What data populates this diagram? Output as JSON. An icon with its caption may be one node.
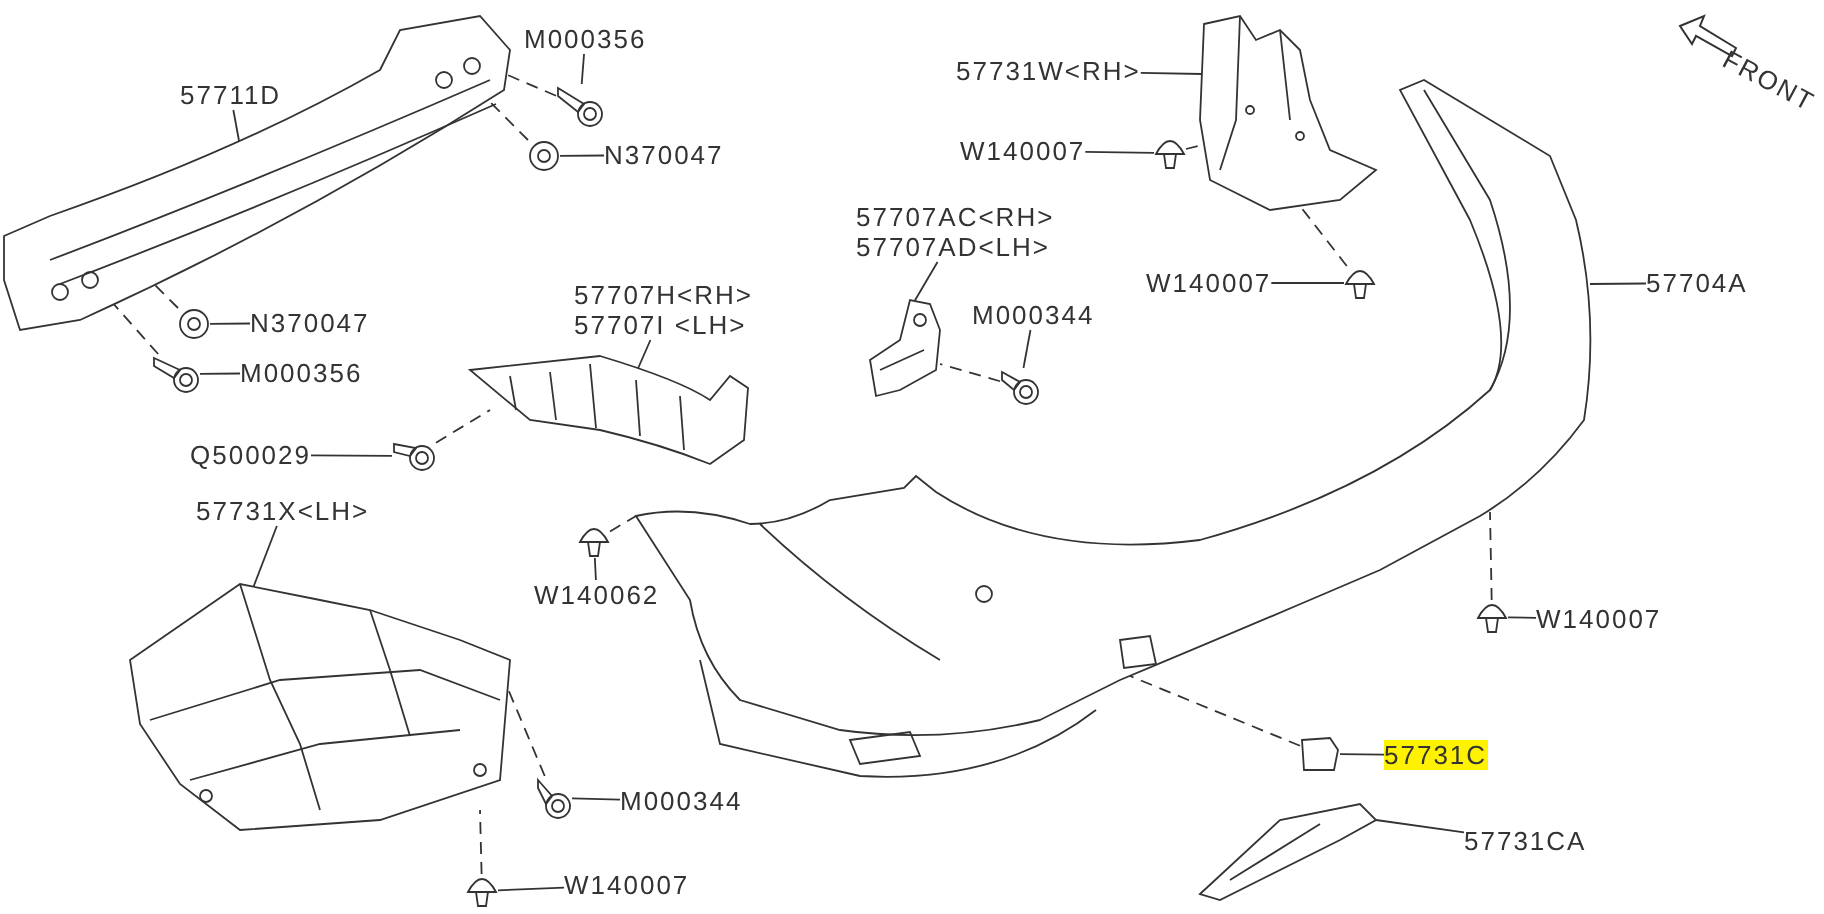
{
  "diagram": {
    "nodes": [
      {
        "text": [
          "57711D"
        ]
      },
      {
        "text": [],
        "shape": "picture"
      },
      {
        "text": [
          "M000356"
        ]
      },
      {
        "text": [],
        "shape": "picture"
      },
      {
        "text": [
          "N370047"
        ]
      },
      {
        "text": [],
        "shape": "picture"
      },
      {
        "text": [
          "N370047"
        ]
      },
      {
        "text": [],
        "shape": "picture"
      },
      {
        "text": [
          "M000356"
        ]
      },
      {
        "text": [],
        "shape": "picture"
      },
      {
        "text": [
          "57707H<RH>",
          "57707I <LH>"
        ]
      },
      {
        "text": [],
        "shape": "picture"
      },
      {
        "text": [
          "Q500029"
        ]
      },
      {
        "text": [],
        "shape": "picture"
      },
      {
        "text": [
          "57731X<LH>"
        ]
      },
      {
        "text": [],
        "shape": "picture"
      },
      {
        "text": [
          "W140062"
        ]
      },
      {
        "text": [],
        "shape": "picture"
      },
      {
        "text": [],
        "shape": "picture"
      },
      {
        "text": [
          "57731W<RH>"
        ]
      },
      {
        "text": [],
        "shape": "picture"
      },
      {
        "text": [
          "W140007"
        ]
      },
      {
        "text": [],
        "shape": "picture"
      },
      {
        "text": [
          "57707AC<RH>",
          "57707AD<LH>"
        ]
      },
      {
        "text": [],
        "shape": "picture"
      },
      {
        "text": [
          "M000344"
        ]
      },
      {
        "text": [],
        "shape": "picture"
      },
      {
        "text": [
          "W140007"
        ]
      },
      {
        "text": [],
        "shape": "picture"
      },
      {
        "text": [
          "57704A"
        ]
      },
      {
        "text": [
          "W140007"
        ]
      },
      {
        "text": [],
        "shape": "picture"
      },
      {
        "text": [
          "57731C"
        ]
      },
      {
        "text": [],
        "shape": "box"
      },
      {
        "text": [
          "57731CA"
        ]
      },
      {
        "text": [],
        "shape": "picture"
      },
      {
        "text": [
          "M000344"
        ]
      },
      {
        "text": [],
        "shape": "picture"
      },
      {
        "text": [
          "W140007"
        ]
      },
      {
        "text": [],
        "shape": "picture"
      }
    ],
    "edges": [
      {
        "from": 0,
        "to": 1,
        "arrow": "none"
      },
      {
        "from": 2,
        "to": 3,
        "arrow": "none"
      },
      {
        "from": 4,
        "to": 5,
        "arrow": "none"
      },
      {
        "from": 6,
        "to": 7,
        "arrow": "none"
      },
      {
        "from": 8,
        "to": 9,
        "arrow": "none"
      },
      {
        "from": 3,
        "to": 1,
        "arrow": "none",
        "style": "dashed"
      },
      {
        "from": 5,
        "to": 1,
        "arrow": "none",
        "style": "dashed"
      },
      {
        "from": 7,
        "to": 1,
        "arrow": "none",
        "style": "dashed"
      },
      {
        "from": 9,
        "to": 1,
        "arrow": "none",
        "style": "dashed"
      },
      {
        "from": 10,
        "to": 11,
        "arrow": "none"
      },
      {
        "from": 12,
        "to": 13,
        "arrow": "none"
      },
      {
        "from": 13,
        "to": 11,
        "arrow": "none",
        "style": "dashed"
      },
      {
        "from": 14,
        "to": 15,
        "arrow": "none"
      },
      {
        "from": 16,
        "to": 17,
        "arrow": "none"
      },
      {
        "from": 17,
        "to": 18,
        "arrow": "none",
        "style": "dashed"
      },
      {
        "from": 19,
        "to": 20,
        "arrow": "none"
      },
      {
        "from": 21,
        "to": 22,
        "arrow": "none"
      },
      {
        "from": 22,
        "to": 20,
        "arrow": "none",
        "style": "dashed"
      },
      {
        "from": 23,
        "to": 24,
        "arrow": "none"
      },
      {
        "from": 25,
        "to": 26,
        "arrow": "none"
      },
      {
        "from": 26,
        "to": 24,
        "arrow": "none",
        "style": "dashed"
      },
      {
        "from": 27,
        "to": 28,
        "arrow": "none"
      },
      {
        "from": 28,
        "to": 20,
        "arrow": "none",
        "style": "dashed"
      },
      {
        "from": 29,
        "to": 18,
        "arrow": "none"
      },
      {
        "from": 30,
        "to": 31,
        "arrow": "none"
      },
      {
        "from": 31,
        "to": 18,
        "arrow": "none",
        "style": "dashed"
      },
      {
        "from": 32,
        "to": 33,
        "arrow": "none"
      },
      {
        "from": 33,
        "to": 18,
        "arrow": "none",
        "style": "dashed"
      },
      {
        "from": 34,
        "to": 35,
        "arrow": "none"
      },
      {
        "from": 36,
        "to": 37,
        "arrow": "none"
      },
      {
        "from": 37,
        "to": 15,
        "arrow": "none",
        "style": "dashed"
      },
      {
        "from": 38,
        "to": 39,
        "arrow": "none"
      },
      {
        "from": 39,
        "to": 15,
        "arrow": "none",
        "style": "dashed"
      }
    ],
    "labels": [
      "FRONT"
    ]
  }
}
